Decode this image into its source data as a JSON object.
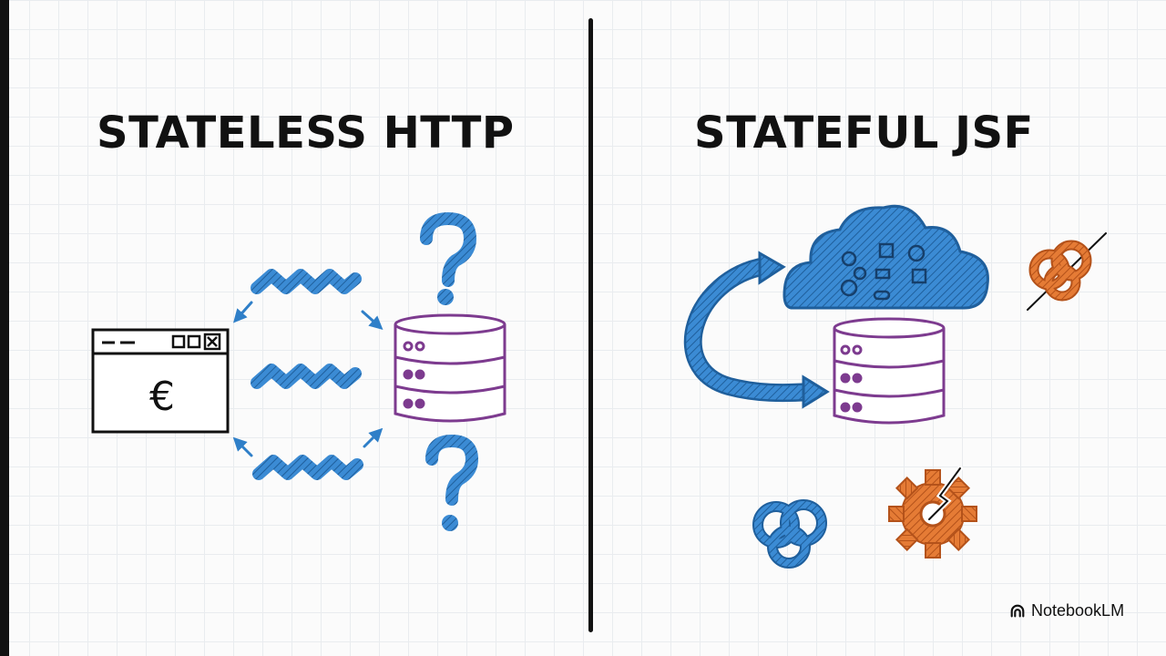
{
  "left_panel": {
    "title": "STATELESS HTTP",
    "browser_glyph": "€"
  },
  "right_panel": {
    "title": "STATEFUL JSF"
  },
  "branding": {
    "name": "NotebookLM",
    "icon": "notebooklm-logo-icon"
  },
  "colors": {
    "blue": "#2f7fc8",
    "purple": "#7d3b8f",
    "orange": "#e0702e",
    "ink": "#111111"
  }
}
